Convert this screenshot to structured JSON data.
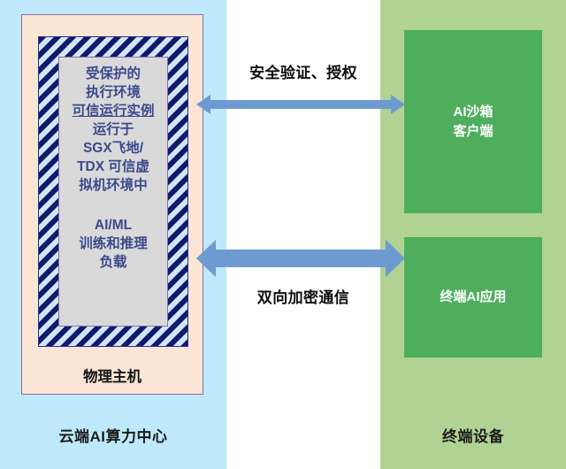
{
  "zones": {
    "cloud": {
      "label": "云端AI算力中心",
      "bg_color": "#bfe9fb"
    },
    "middle": {
      "bg_color": "#ffffff"
    },
    "device": {
      "label": "终端设备",
      "bg_color": "#b0d293"
    }
  },
  "physical_host": {
    "label": "物理主机",
    "bg_color": "#fbe5d4",
    "border_color": "#8d6ca8"
  },
  "tee": {
    "hatch_color": "#121a6e",
    "hatch_bg_color": "#cfe6fc",
    "inner_bg_color": "#d9d9d9",
    "text_color": "#3a4a8c",
    "lines_top": [
      "受保护的",
      "执行环境",
      "可信运行实例",
      "运行于",
      "SGX飞地/",
      "TDX 可信虚",
      "拟机环境中"
    ],
    "underlined_line": "可信运行实例",
    "lines_bottom": [
      "AI/ML",
      "训练和推理",
      "负载"
    ]
  },
  "arrows": [
    {
      "name": "security-attestation-arrow",
      "caption": "安全验证、授权",
      "direction": "bidirectional",
      "color": "#6d9bd1",
      "thickness": 11
    },
    {
      "name": "encrypted-channel-arrow",
      "caption": "双向加密通信",
      "direction": "bidirectional",
      "color": "#6d9bd1",
      "thickness": 20
    }
  ],
  "device_boxes": [
    {
      "name": "ai-sandbox-client",
      "lines": [
        "AI沙箱",
        "客户端"
      ],
      "bg_color": "#4fae5e",
      "text_color": "#ffffff"
    },
    {
      "name": "edge-ai-application",
      "lines": [
        "终端AI应用"
      ],
      "bg_color": "#4fae5e",
      "text_color": "#ffffff"
    }
  ]
}
